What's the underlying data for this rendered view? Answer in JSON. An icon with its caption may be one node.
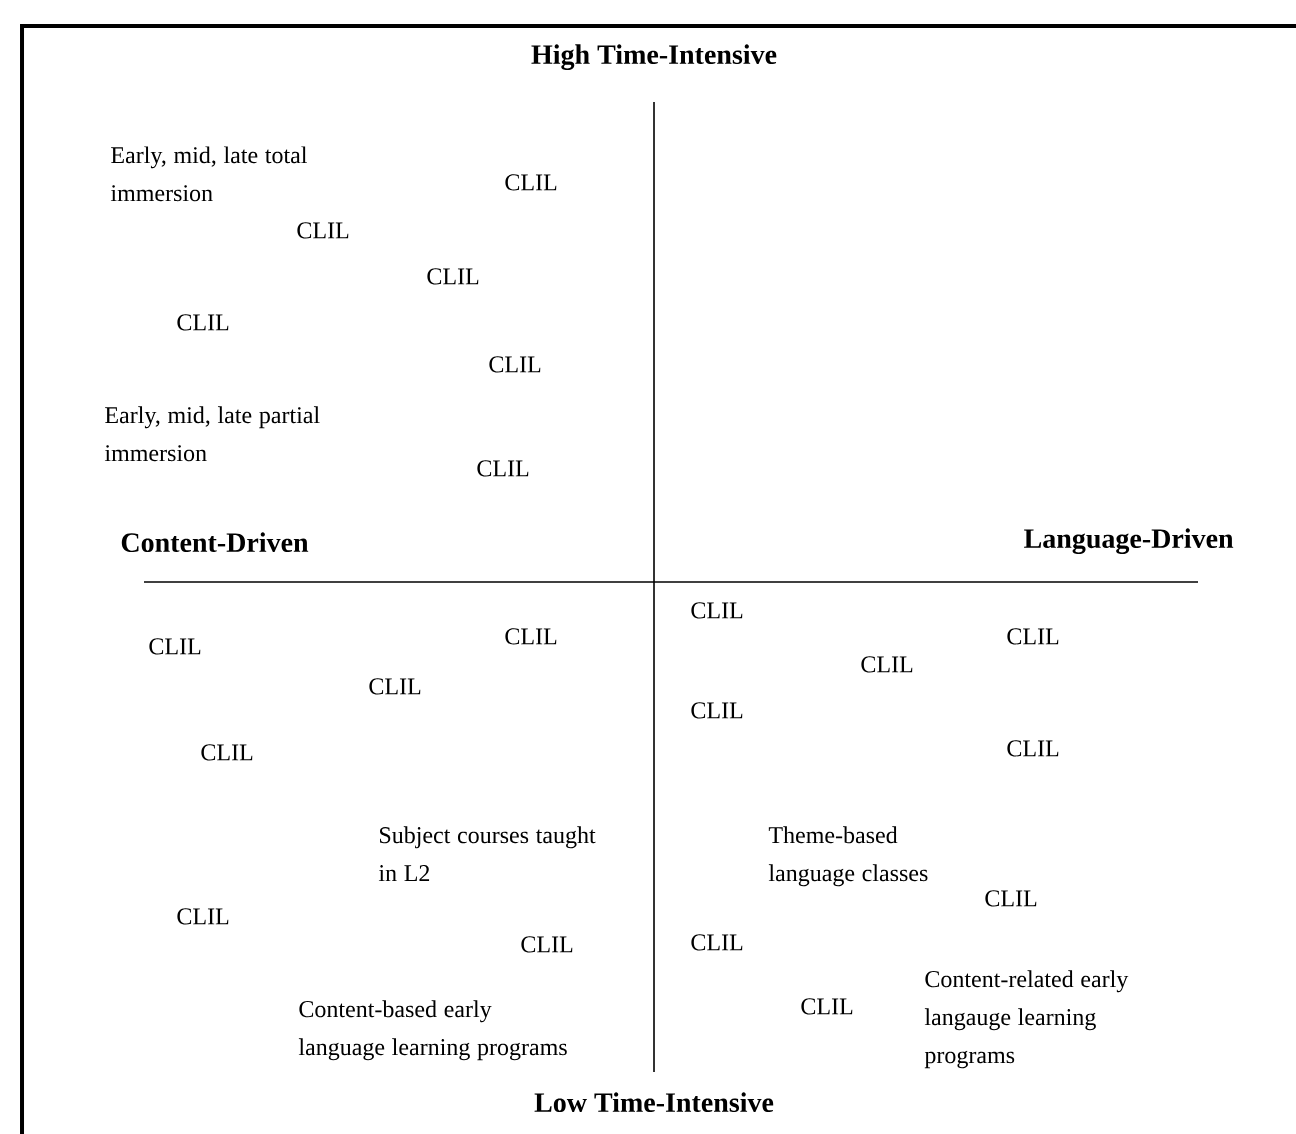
{
  "diagram": {
    "labels": [
      "High Time-Intensive",
      "Early, mid, late total immersion",
      "CLIL",
      "CLIL",
      "CLIL",
      "CLIL",
      "CLIL",
      "Early, mid, late partial immersion",
      "CLIL",
      "Content-Driven",
      "Language-Driven",
      "CLIL",
      "CLIL",
      "CLIL",
      "CLIL",
      "CLIL",
      "CLIL",
      "CLIL",
      "CLIL",
      "CLIL",
      "Subject courses taught in L2",
      "Theme-based language classes",
      "CLIL",
      "CLIL",
      "CLIL",
      "CLIL",
      "Content-related early langauge learning programs",
      "Content-based early language learning programs",
      "CLIL",
      "Low Time-Intensive"
    ]
  }
}
